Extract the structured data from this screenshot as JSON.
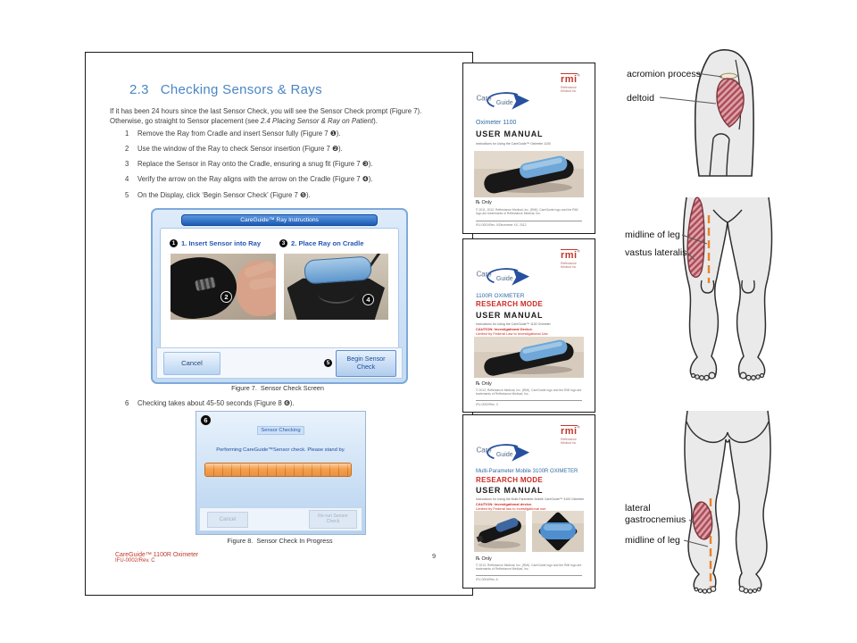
{
  "doc": {
    "section_number": "2.3",
    "section_title": "Checking Sensors & Rays",
    "intro": {
      "before": "If it has been 24 hours since the last Sensor Check, you will see the Sensor Check prompt (Figure 7).  Otherwise, go straight to Sensor placement (see ",
      "italic": "2.4 Placing Sensor & Ray on Patient",
      "after": ")."
    },
    "steps": [
      {
        "num": "1",
        "text": "Remove the Ray from Cradle and insert Sensor fully (Figure 7 ❶)."
      },
      {
        "num": "2",
        "text": "Use the window of the Ray to check Sensor insertion (Figure 7 ❷)."
      },
      {
        "num": "3",
        "text": "Replace the Sensor in Ray onto the Cradle, ensuring a snug fit (Figure 7 ❸)."
      },
      {
        "num": "4",
        "text": "Verify the arrow on the Ray aligns with the arrow on the Cradle (Figure 7 ❹)."
      },
      {
        "num": "5",
        "text": "On the Display, click ‘Begin Sensor Check’ (Figure 7 ❺)."
      }
    ],
    "step6": {
      "num": "6",
      "text": "Checking takes about 45-50 seconds (Figure 8 ❻)."
    },
    "figure7": {
      "titlebar": "CareGuide™ Ray Instructions",
      "left_marker": "1",
      "left_label": "1. Insert Sensor into Ray",
      "right_marker": "3",
      "right_label": "2. Place Ray on Cradle",
      "photo_left_marker": "2",
      "photo_right_marker": "4",
      "cancel_label": "Cancel",
      "begin_marker": "5",
      "begin_label": "Begin Sensor Check",
      "caption": "Figure 7.  Sensor Check Screen"
    },
    "figure8": {
      "corner_marker": "6",
      "titlebar": "Sensor Checking",
      "message": "Performing CareGuide™Sensor check. Please stand by.",
      "cancel_label": "Cancel",
      "rerun_label": "Re-run Sensor Check",
      "caption": "Figure 8.  Sensor Check In Progress"
    },
    "footer": {
      "product": "CareGuide™ 1100R Oximeter",
      "doc_id": "IFU-0002/Rev. C",
      "page_number": "9"
    }
  },
  "covers": [
    {
      "brand": "rmi",
      "brand_sub": "Reflectance Medical Inc.",
      "logo_care": "Care",
      "logo_guide": "Guide",
      "product": "Oximeter 1100",
      "manual": "USER MANUAL",
      "subtitle": "Instructions for Using the CareGuide™ Oximeter 1100",
      "rx": "℞ Only",
      "copyright": "© 2011, 2012, Reflectance Medical, Inc. (RMI). CareGuide logo and the RMI logo are trademarks of Reflectance Medical, Inc.",
      "rev": "IFU-0001/Rev. X/December XX, 2012"
    },
    {
      "brand": "rmi",
      "brand_sub": "Reflectance Medical Inc.",
      "logo_care": "Care",
      "logo_guide": "Guide",
      "product": "1100R OXIMETER",
      "mode": "RESEARCH MODE",
      "manual": "USER MANUAL",
      "subtitle": "Instructions for Using the CareGuide™ 1100 Oximeter",
      "caution1": "CAUTION: Investigational Device.",
      "caution2": "Limited by Federal Law to Investigational Use",
      "rx": "℞ Only",
      "copyright": "© 2012, Reflectance Medical, Inc. (RMI). CareGuide logo and the RMI logo are trademarks of Reflectance Medical, Inc.",
      "rev": "IFU-0002/Rev. C"
    },
    {
      "brand": "rmi",
      "brand_sub": "Reflectance Medical Inc.",
      "logo_care": "Care",
      "logo_guide": "Guide",
      "product": "Multi-Parameter Mobile 3100R OXIMETER",
      "mode": "RESEARCH MODE",
      "manual": "USER MANUAL",
      "subtitle": "Instructions for Using the Multi-Parameter Mobile CareGuide™ 3100 Oximeter",
      "caution1": "CAUTION: Investigational device.",
      "caution2": "Limited by Federal law to investigational use",
      "rx": "℞ Only",
      "copyright": "© 2013, Reflectance Medical, Inc. (RMI). CareGuide logo and the RMI logo are trademarks of Reflectance Medical, Inc.",
      "rev": "IFU-0004/Rev. A"
    }
  ],
  "anatomy": [
    {
      "labels": [
        "acromion process",
        "deltoid"
      ]
    },
    {
      "labels": [
        "midline of leg",
        "vastus lateralis"
      ]
    },
    {
      "labels": [
        "lateral",
        "gastrocnemius",
        "midline of leg"
      ]
    }
  ],
  "colors": {
    "heading_blue": "#4a86c4",
    "brand_red": "#c0392b",
    "dialog_blue": "#1d5cb4",
    "progress_orange": "#ef9340",
    "muscle_red": "#c9747e",
    "midline_orange": "#e8822a",
    "cover_blue": "#2e6da4"
  }
}
